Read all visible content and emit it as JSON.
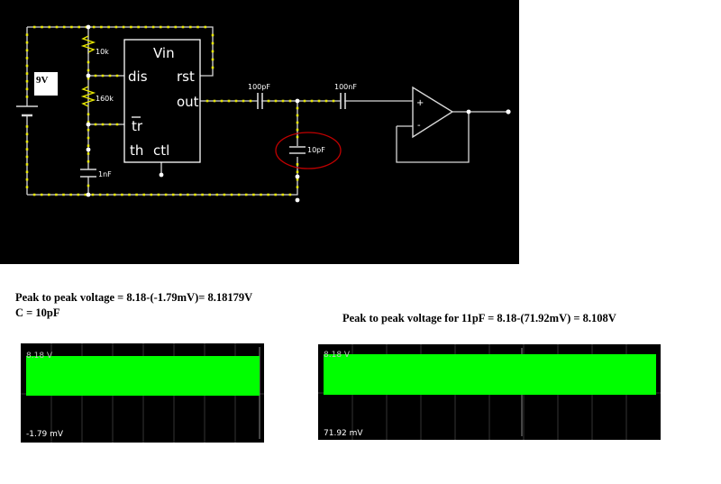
{
  "circuit": {
    "battery_label": "9V",
    "ic": {
      "pin_vin": "Vin",
      "pin_dis": "dis",
      "pin_rst": "rst",
      "pin_out": "out",
      "pin_tr": "tr",
      "pin_th": "th",
      "pin_ctl": "ctl"
    },
    "r1_label": "10k",
    "r2_label": "160k",
    "c_timing_label": "1nF",
    "c_series1_label": "100pF",
    "c_series2_label": "100nF",
    "c_load_label": "10pF",
    "opamp_plus": "+",
    "opamp_minus": "-",
    "colors": {
      "wire": "#d8d8d8",
      "current_dot": "#e8e800",
      "node": "#ffffff",
      "highlight_circle": "#c00000"
    }
  },
  "notes": {
    "line1": "Peak to peak voltage =    8.18-(-1.79mV)= 8.18179V",
    "line2": "C = 10pF",
    "line3": "Peak to peak voltage for 11pF = 8.18-(71.92mV) = 8.108V"
  },
  "scopes": [
    {
      "top_label": "8.18 V",
      "bottom_label": "-1.79 mV",
      "trace_color": "#00ff00"
    },
    {
      "top_label": "8.18 V",
      "bottom_label": "71.92 mV",
      "trace_color": "#00ff00"
    }
  ]
}
